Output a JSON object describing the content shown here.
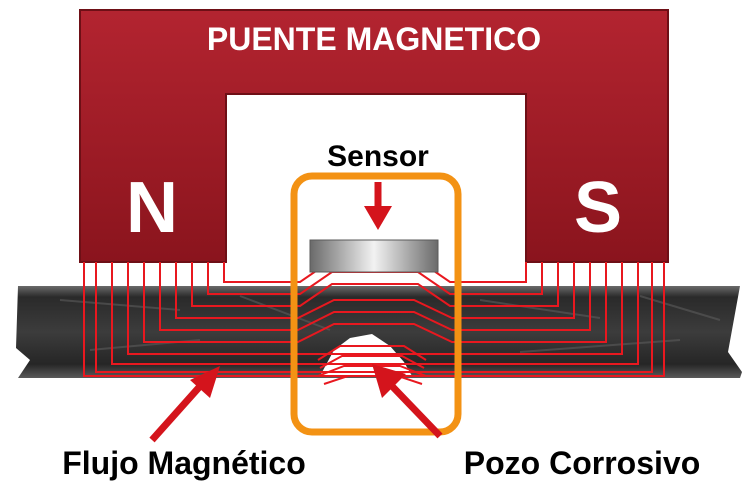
{
  "title": "PUENTE MAGNETICO",
  "labels": {
    "north": "N",
    "south": "S",
    "sensor": "Sensor",
    "flux": "Flujo Magnético",
    "pit": "Pozo Corrosivo"
  },
  "colors": {
    "magnet": "#9e1b24",
    "magnet_dark": "#6e0f16",
    "flux_lines": "#e8181f",
    "arrow": "#d4141c",
    "highlight_box": "#f39214",
    "pipe": "#3a3a3a",
    "sensor": "#b8b8b8",
    "label_text": "#000000",
    "magnet_text": "#ffffff"
  },
  "icons": {
    "sensor_arrow": "arrow-down-icon",
    "flux_arrow": "arrow-up-right-icon",
    "pit_arrow": "arrow-up-left-icon"
  }
}
